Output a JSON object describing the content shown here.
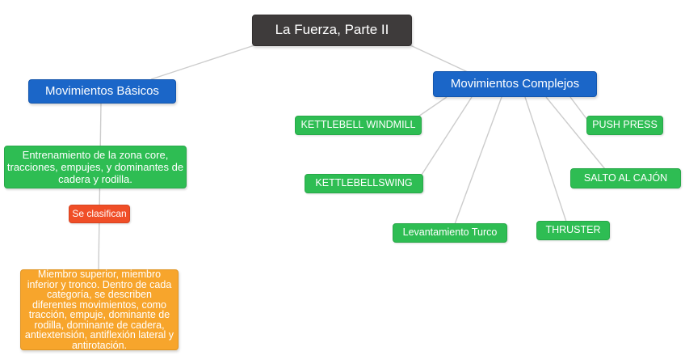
{
  "diagram": {
    "type": "mindmap",
    "title": "La Fuerza, Parte II"
  },
  "colors": {
    "root_bg": "#3e3b3b",
    "branch_bg": "#1b66c8",
    "leaf_bg": "#2ebd53",
    "accent_red_bg": "#f04e27",
    "accent_orange_bg": "#f7a52c",
    "connector": "#cccccc",
    "text": "#ffffff",
    "canvas_bg": "#ffffff"
  },
  "nodes": {
    "title": {
      "label": "La Fuerza, Parte II"
    },
    "basicos": {
      "label": "Movimientos Básicos"
    },
    "complejos": {
      "label": "Movimientos Complejos"
    },
    "entrenamiento": {
      "label": "Entrenamiento de la zona core, tracciones, empujes, y dominantes de cadera y rodilla."
    },
    "se_clasifican": {
      "label": "Se clasifican"
    },
    "miembro": {
      "label": "Miembro superior, miembro inferior y tronco. Dentro de cada categoría, se describen diferentes movimientos, como tracción, empuje, dominante de rodilla, dominante de cadera, antiextensión, antiflexión lateral y antirotación."
    },
    "windmill": {
      "label": "KETTLEBELL WINDMILL"
    },
    "push_press": {
      "label": "PUSH PRESS"
    },
    "swing": {
      "label": "KETTLEBELLSWING"
    },
    "salto": {
      "label": "SALTO AL CAJÓN"
    },
    "turco": {
      "label": "Levantamiento Turco"
    },
    "thruster": {
      "label": "THRUSTER"
    }
  },
  "edges": [
    {
      "from": "title",
      "to": "basicos"
    },
    {
      "from": "title",
      "to": "complejos"
    },
    {
      "from": "basicos",
      "to": "entrenamiento"
    },
    {
      "from": "entrenamiento",
      "to": "se_clasifican"
    },
    {
      "from": "se_clasifican",
      "to": "miembro"
    },
    {
      "from": "complejos",
      "to": "windmill"
    },
    {
      "from": "complejos",
      "to": "swing"
    },
    {
      "from": "complejos",
      "to": "turco"
    },
    {
      "from": "complejos",
      "to": "thruster"
    },
    {
      "from": "complejos",
      "to": "salto"
    },
    {
      "from": "complejos",
      "to": "push_press"
    }
  ]
}
